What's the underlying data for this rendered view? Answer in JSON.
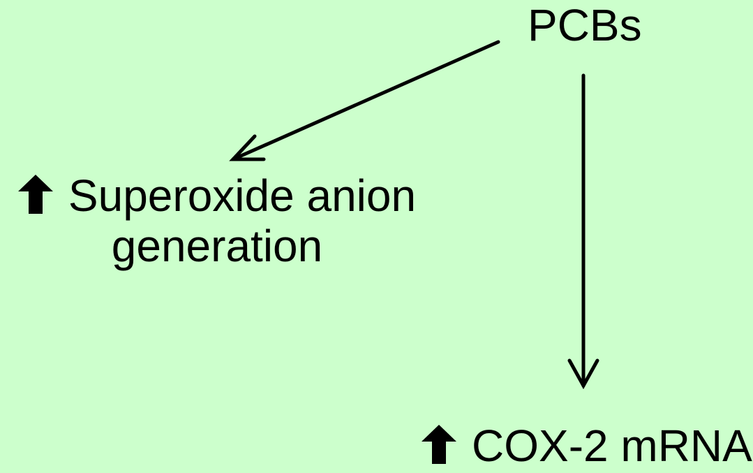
{
  "nodes": {
    "pcbs": {
      "label": "PCBs"
    },
    "superoxide": {
      "line1": "Superoxide anion",
      "line2": "generation",
      "indicator_icon": "up-arrow-icon"
    },
    "cox2": {
      "label": "COX-2 mRNA",
      "indicator_icon": "up-arrow-icon"
    }
  },
  "edges": [
    {
      "from": "PCBs",
      "to": "Superoxide anion generation"
    },
    {
      "from": "PCBs",
      "to": "COX-2 mRNA"
    }
  ],
  "colors": {
    "background": "#ccffcc",
    "text": "#000000",
    "arrow": "#000000"
  }
}
